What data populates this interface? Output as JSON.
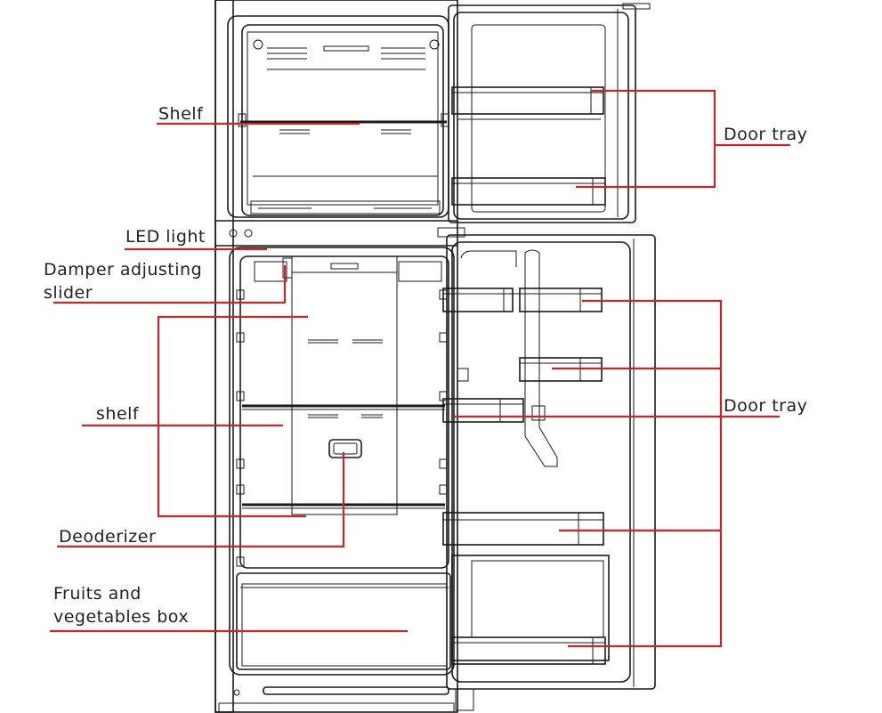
{
  "labels": {
    "shelf_freezer": "Shelf",
    "door_tray_top": "Door  tray",
    "led_light": "LED light",
    "damper_line1": "Damper adjusting",
    "damper_line2": "slider",
    "shelf_fridge": "shelf",
    "door_tray_bottom": "Door  tray",
    "deodorizer": "Deoderizer",
    "crisper_line1": "Fruits and",
    "crisper_line2": "vegetables box"
  },
  "colors": {
    "outline": "#1a1a1a",
    "leader": "#c8262c",
    "text": "#222222",
    "background": "#ffffff"
  }
}
